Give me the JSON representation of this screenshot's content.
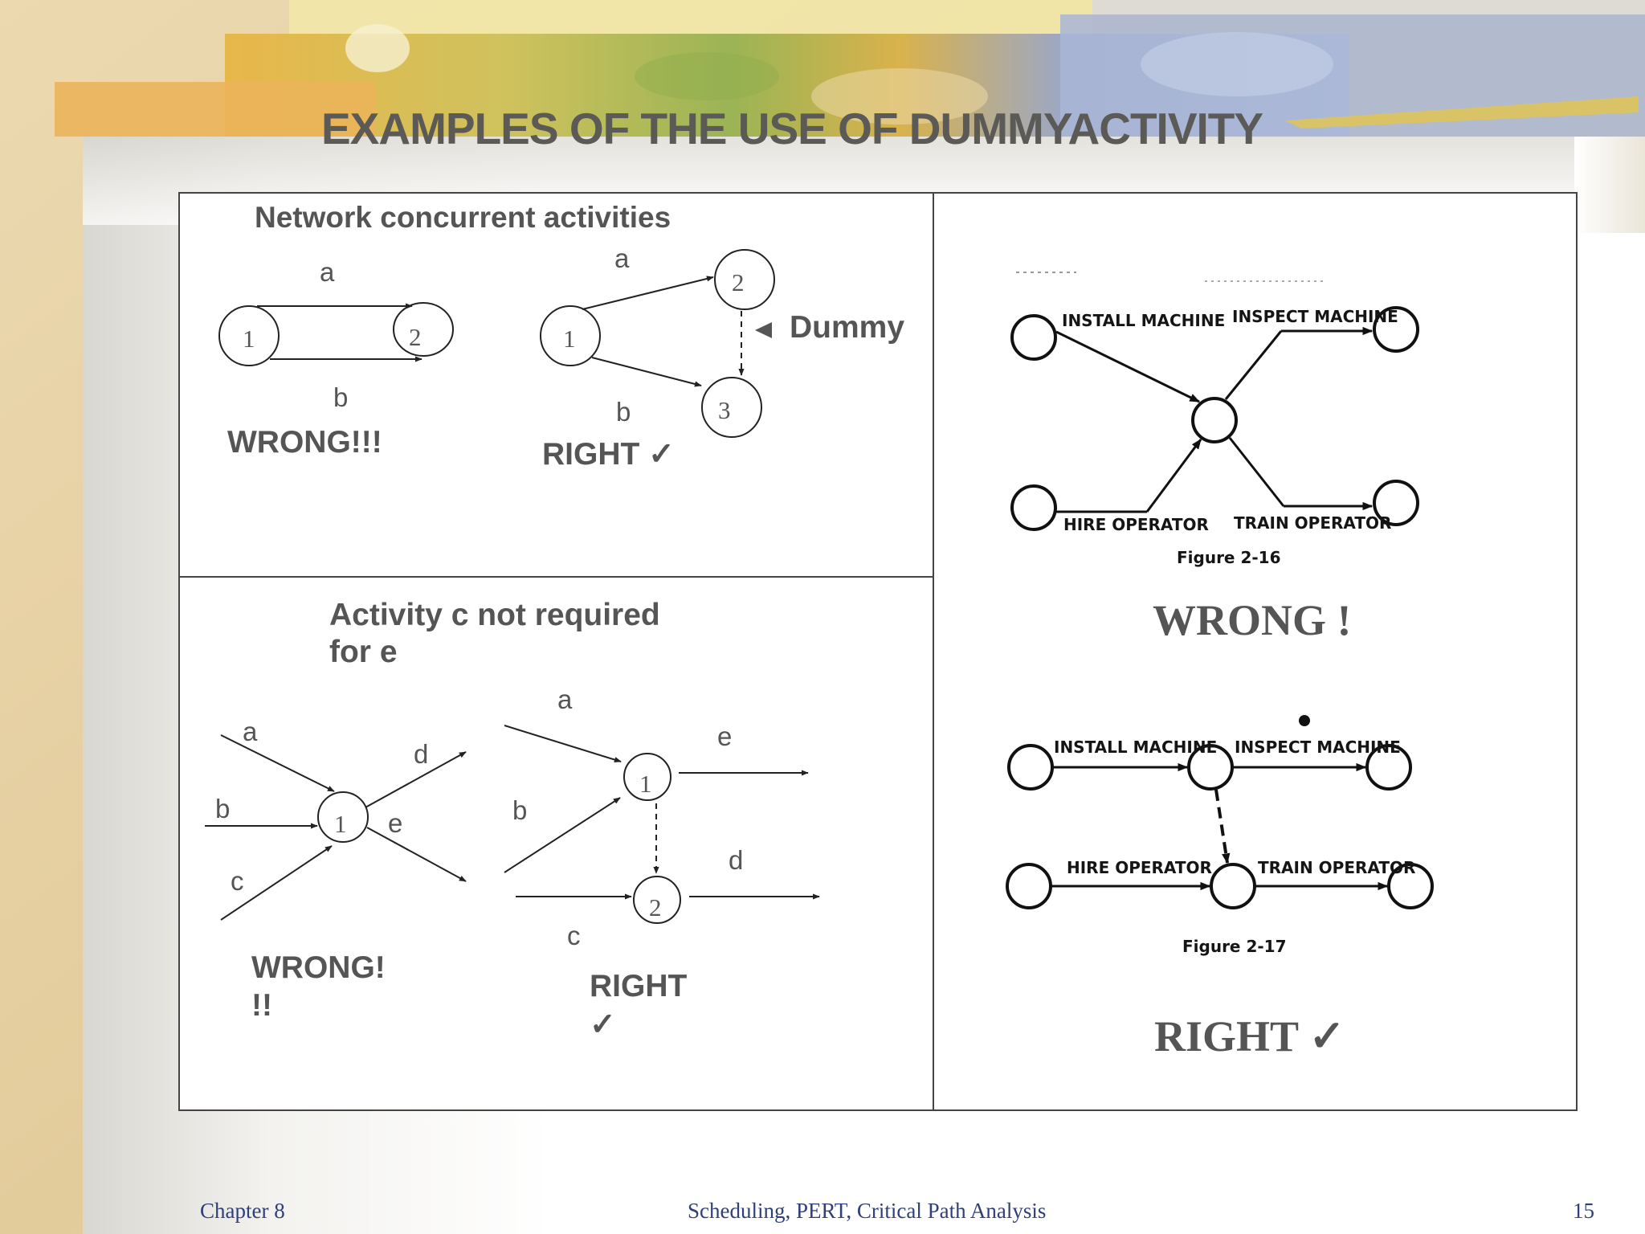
{
  "slide": {
    "title": "EXAMPLES OF THE USE OF DUMMYACTIVITY"
  },
  "panel_top_left": {
    "heading": "Network concurrent activities",
    "wrong_diagram": {
      "nodes": [
        "1",
        "2"
      ],
      "arrows": [
        "a",
        "b"
      ],
      "verdict": "WRONG!!!"
    },
    "right_diagram": {
      "nodes": [
        "1",
        "2",
        "3"
      ],
      "arrows": [
        "a",
        "b"
      ],
      "dummy_label": "Dummy",
      "verdict": "RIGHT ✓"
    }
  },
  "panel_bottom_left": {
    "heading_line1": "Activity  c not required",
    "heading_line2": "for e",
    "wrong_diagram": {
      "node": "1",
      "arrows": [
        "a",
        "b",
        "c",
        "d",
        "e"
      ],
      "verdict_line1": "WRONG!",
      "verdict_line2": "!!"
    },
    "right_diagram": {
      "nodes": [
        "1",
        "2"
      ],
      "arrows": [
        "a",
        "b",
        "c",
        "d",
        "e"
      ],
      "verdict_line1": "RIGHT",
      "verdict_line2": "✓"
    }
  },
  "panel_right": {
    "figure_top": {
      "labels": [
        "INSTALL MACHINE",
        "INSPECT MACHINE",
        "HIRE OPERATOR",
        "TRAIN OPERATOR"
      ],
      "caption": "Figure 2-16",
      "verdict": "WRONG !"
    },
    "figure_bottom": {
      "labels": [
        "INSTALL MACHINE",
        "INSPECT MACHINE",
        "HIRE OPERATOR",
        "TRAIN OPERATOR"
      ],
      "caption": "Figure 2-17",
      "verdict": "RIGHT ✓"
    }
  },
  "footer": {
    "left": "Chapter 8",
    "center": "Scheduling, PERT, Critical Path Analysis",
    "page": "15"
  }
}
